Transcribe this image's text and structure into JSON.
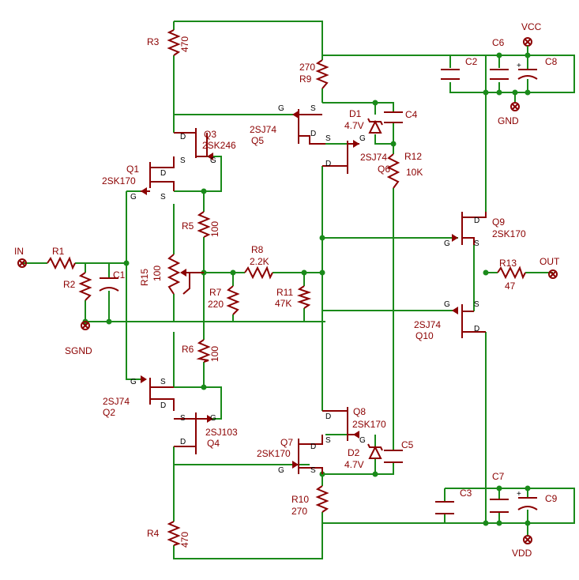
{
  "colors": {
    "wire": "#1a8a1a",
    "component": "#8b0000",
    "pin_text": "#000000",
    "background": "#ffffff"
  },
  "ports": {
    "in": "IN",
    "out": "OUT",
    "vcc": "VCC",
    "vdd": "VDD",
    "gnd": "GND",
    "sgnd": "SGND"
  },
  "resistors": {
    "R1": {
      "name": "R1",
      "value": ""
    },
    "R2": {
      "name": "R2",
      "value": ""
    },
    "R3": {
      "name": "R3",
      "value": "470"
    },
    "R4": {
      "name": "R4",
      "value": "470"
    },
    "R5": {
      "name": "R5",
      "value": "100"
    },
    "R6": {
      "name": "R6",
      "value": "100"
    },
    "R7": {
      "name": "R7",
      "value": "220"
    },
    "R8": {
      "name": "R8",
      "value": "2.2K"
    },
    "R9": {
      "name": "R9",
      "value": "270"
    },
    "R10": {
      "name": "R10",
      "value": "270"
    },
    "R11": {
      "name": "R11",
      "value": "47K"
    },
    "R12": {
      "name": "R12",
      "value": "10K"
    },
    "R13": {
      "name": "R13",
      "value": "47"
    },
    "R15": {
      "name": "R15",
      "value": "100"
    }
  },
  "capacitors": {
    "C1": "C1",
    "C2": "C2",
    "C3": "C3",
    "C4": "C4",
    "C5": "C5",
    "C6": "C6",
    "C7": "C7",
    "C8": "C8",
    "C9": "C9"
  },
  "diodes": {
    "D1": {
      "name": "D1",
      "value": "4.7V"
    },
    "D2": {
      "name": "D2",
      "value": "4.7V"
    }
  },
  "transistors": {
    "Q1": {
      "name": "Q1",
      "type": "2SK170"
    },
    "Q2": {
      "name": "Q2",
      "type": "2SJ74"
    },
    "Q3": {
      "name": "Q3",
      "type": "2SK246"
    },
    "Q4": {
      "name": "Q4",
      "type": "2SJ103"
    },
    "Q5": {
      "name": "Q5",
      "type": "2SJ74"
    },
    "Q6": {
      "name": "Q6",
      "type": "2SJ74"
    },
    "Q7": {
      "name": "Q7",
      "type": "2SK170"
    },
    "Q8": {
      "name": "Q8",
      "type": "2SK170"
    },
    "Q9": {
      "name": "Q9",
      "type": "2SK170"
    },
    "Q10": {
      "name": "Q10",
      "type": "2SJ74"
    }
  },
  "pins": {
    "gate": "G",
    "source": "S",
    "drain": "D"
  }
}
